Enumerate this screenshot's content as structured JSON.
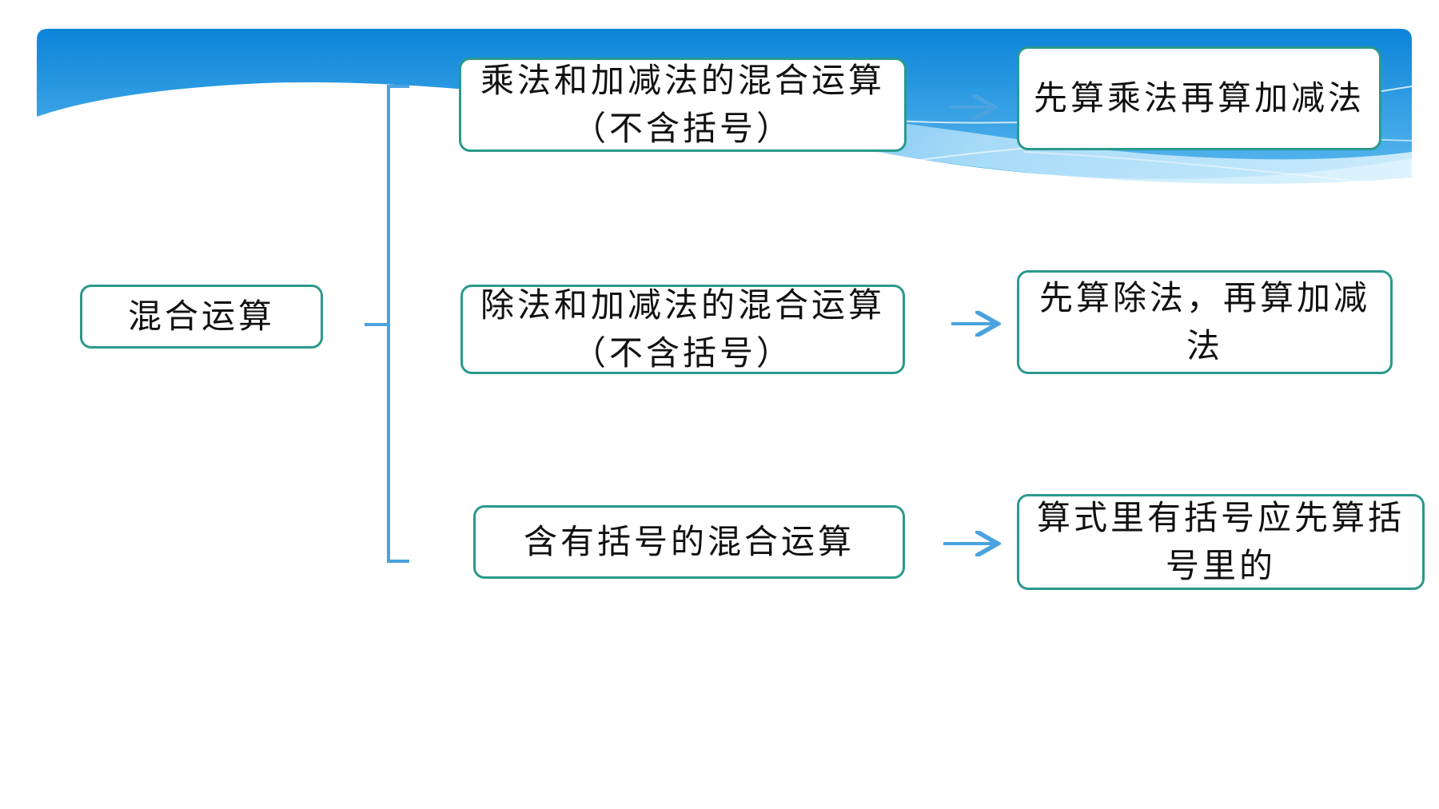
{
  "diagram": {
    "root": {
      "label": "混合运算"
    },
    "branches": [
      {
        "condition": "乘法和加减法的混合运算（不含括号）",
        "rule": "先算乘法再算加减法"
      },
      {
        "condition": "除法和加减法的混合运算（不含括号）",
        "rule": "先算除法，再算加减法"
      },
      {
        "condition": "含有括号的混合运算",
        "rule": "算式里有括号应先算括号里的"
      }
    ]
  },
  "colors": {
    "box_border": "#2a9a8c",
    "connector": "#4aa3df",
    "banner_top": "#0b84d8",
    "banner_bottom": "#5ab8ee"
  }
}
